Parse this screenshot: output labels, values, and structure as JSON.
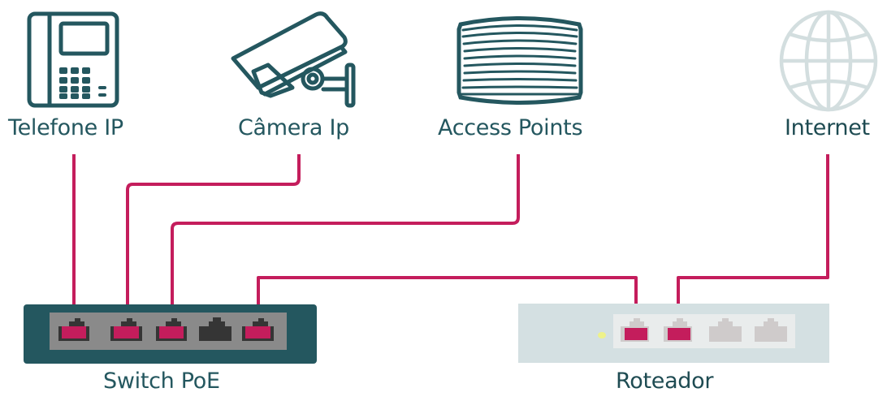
{
  "title": "PoE network diagram",
  "colors": {
    "cable": "#c41d5c",
    "icon_stroke": "#24575f",
    "globe_stroke": "#d3dedf",
    "switch_body": "#24575f",
    "switch_port_panel": "#8a8a8a",
    "port_dark": "#353535",
    "router_body": "#d4e0e2",
    "router_port_panel": "#e9ecec",
    "router_port": "#cfcbcb",
    "router_led": "#eef28a",
    "label": "#24575f"
  },
  "devices": [
    {
      "id": "phone",
      "label": "Telefone IP",
      "icon": "ip-phone-icon"
    },
    {
      "id": "camera",
      "label": "Câmera Ip",
      "icon": "security-camera-icon"
    },
    {
      "id": "ap",
      "label": "Access Points",
      "icon": "access-point-icon"
    },
    {
      "id": "internet",
      "label": "Internet",
      "icon": "globe-icon"
    }
  ],
  "switch": {
    "label": "Switch PoE",
    "ports": [
      {
        "index": 1,
        "connected": true,
        "to": "Telefone IP"
      },
      {
        "index": 2,
        "connected": true,
        "to": "Câmera Ip"
      },
      {
        "index": 3,
        "connected": true,
        "to": "Access Points"
      },
      {
        "index": 4,
        "connected": false,
        "to": ""
      },
      {
        "index": 5,
        "connected": true,
        "to": "Roteador"
      }
    ]
  },
  "router": {
    "label": "Roteador",
    "ports": [
      {
        "index": 1,
        "connected": true,
        "to": "Switch PoE"
      },
      {
        "index": 2,
        "connected": true,
        "to": "Internet"
      },
      {
        "index": 3,
        "connected": false,
        "to": ""
      },
      {
        "index": 4,
        "connected": false,
        "to": ""
      }
    ]
  },
  "links": [
    {
      "from": "Telefone IP",
      "to": "Switch PoE port 1"
    },
    {
      "from": "Câmera Ip",
      "to": "Switch PoE port 2"
    },
    {
      "from": "Access Points",
      "to": "Switch PoE port 3"
    },
    {
      "from": "Switch PoE port 5",
      "to": "Roteador port 1"
    },
    {
      "from": "Internet",
      "to": "Roteador port 2"
    }
  ]
}
